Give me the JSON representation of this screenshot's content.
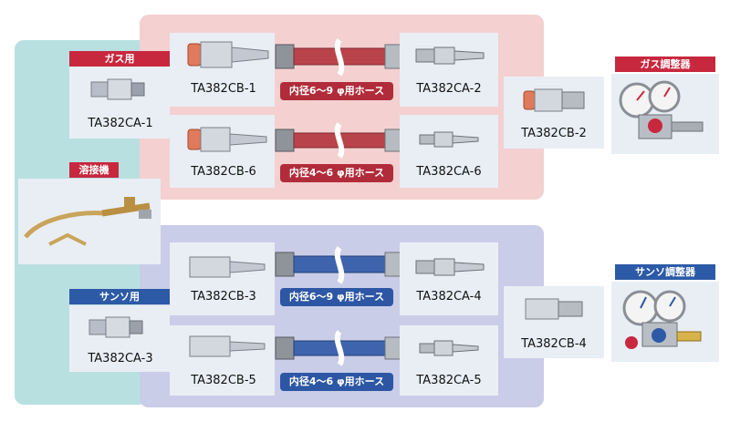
{
  "tags": {
    "gas": "ガス用",
    "welder": "溶接機",
    "oxygen": "サンソ用",
    "gas_regulator": "ガス調整器",
    "oxygen_regulator": "サンソ調整器"
  },
  "parts": {
    "ca1": "TA382CA-1",
    "cb1": "TA382CB-1",
    "ca2": "TA382CA-2",
    "cb2_right": "TA382CB-2",
    "cb6": "TA382CB-6",
    "ca6": "TA382CA-6",
    "cb3": "TA382CB-3",
    "ca4": "TA382CA-4",
    "ca3": "TA382CA-3",
    "cb4_right": "TA382CB-4",
    "cb5": "TA382CB-5",
    "ca5": "TA382CA-5"
  },
  "hoses": {
    "gas_large": "内径6～9 φ用ホース",
    "gas_small": "内径4～6 φ用ホース",
    "oxy_large": "内径6～9 φ用ホース",
    "oxy_small": "内径4～6 φ用ホース"
  },
  "colors": {
    "gas_accent": "#c8283e",
    "oxygen_accent": "#2c5aa7",
    "gas_hose": "#b9434a",
    "oxygen_hose": "#3d64ad"
  }
}
